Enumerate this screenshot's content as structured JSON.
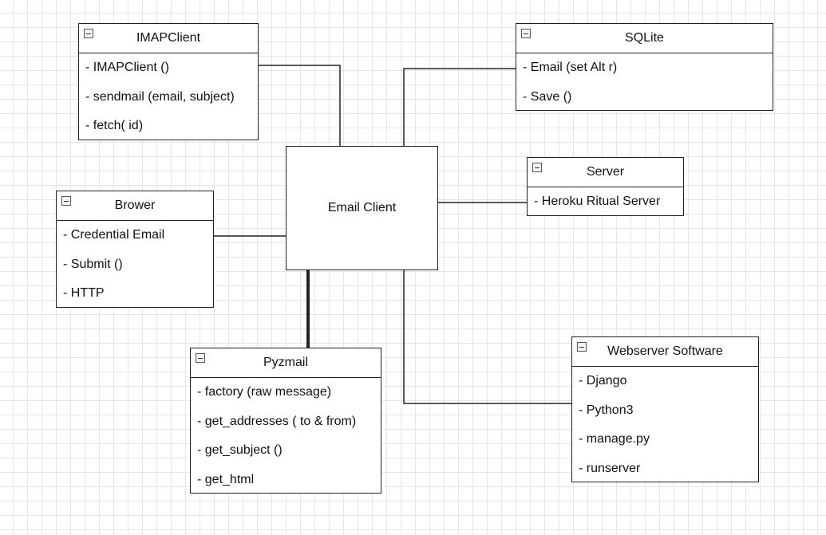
{
  "center": {
    "label": "Email Client"
  },
  "boxes": {
    "imapclient": {
      "title": "IMAPClient",
      "items": [
        "- IMAPClient ()",
        "- sendmail (email, subject)",
        "- fetch( id)"
      ]
    },
    "sqlite": {
      "title": "SQLite",
      "items": [
        "- Email (set Alt r)",
        "- Save ()"
      ]
    },
    "server": {
      "title": "Server",
      "items": [
        "- Heroku Ritual Server"
      ]
    },
    "brower": {
      "title": "Brower",
      "items": [
        "- Credential Email",
        "- Submit ()",
        "- HTTP"
      ]
    },
    "pyzmail": {
      "title": "Pyzmail",
      "items": [
        "- factory (raw message)",
        "- get_addresses ( to & from)",
        "- get_subject ()",
        "- get_html"
      ]
    },
    "webserver": {
      "title": "Webserver Software",
      "items": [
        "- Django",
        "- Python3",
        "- manage.py",
        "- runserver"
      ]
    }
  }
}
